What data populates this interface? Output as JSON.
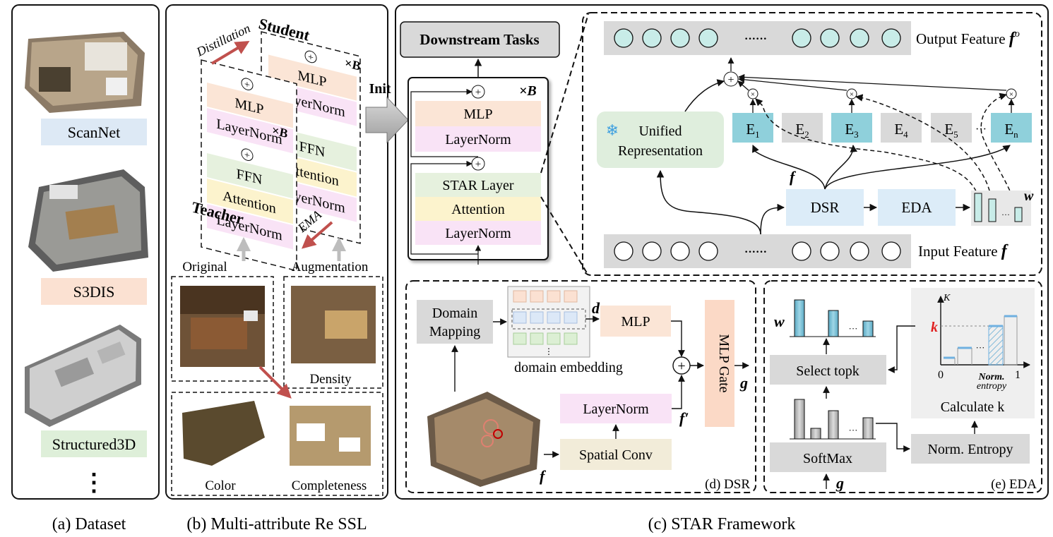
{
  "panels": {
    "a": {
      "caption": "(a) Dataset",
      "datasets": [
        {
          "label": "ScanNet",
          "color": "#dde9f5"
        },
        {
          "label": "S3DIS",
          "color": "#fbe1d2"
        },
        {
          "label": "Structured3D",
          "color": "#deefd9"
        }
      ],
      "more": "⋮"
    },
    "b": {
      "caption": "(b) Multi-attribute Re SSL",
      "distillation": "Distillation",
      "student": "Student",
      "teacher": "Teacher",
      "ema": "EMA",
      "repeat": "×B",
      "student_layers": [
        "MLP",
        "LayerNorm",
        "FFN",
        "Attention",
        "LayerNorm"
      ],
      "teacher_layers": [
        "MLP",
        "LayerNorm",
        "FFN",
        "Attention",
        "LayerNorm"
      ],
      "original": "Original",
      "augmentation": "Augmentation",
      "aug_labels": [
        "Density",
        "Color",
        "Completeness"
      ]
    },
    "c": {
      "caption": "(c) STAR Framework",
      "init": "Init",
      "downstream": "Downstream Tasks",
      "repeat": "×B",
      "block_layers": [
        "MLP",
        "LayerNorm",
        "STAR Layer",
        "Attention",
        "LayerNorm"
      ],
      "output_feature": "Output Feature",
      "output_symbol": "f",
      "output_sup": "o",
      "input_feature": "Input Feature",
      "input_symbol": "f",
      "dots": "······",
      "unified_line1": "Unified",
      "unified_line2": "Representation",
      "snowflake": "❄",
      "experts": [
        {
          "base": "E",
          "sub": "1",
          "active": true
        },
        {
          "base": "E",
          "sub": "2",
          "active": false
        },
        {
          "base": "E",
          "sub": "3",
          "active": true
        },
        {
          "base": "E",
          "sub": "4",
          "active": false
        },
        {
          "base": "E",
          "sub": "5",
          "active": false
        },
        {
          "base": "E",
          "sub": "n",
          "active": true
        }
      ],
      "expert_dots": "···",
      "dsr": "DSR",
      "eda": "EDA",
      "f_symbol": "f",
      "w_symbol": "w",
      "w_dots": "···"
    },
    "d": {
      "label": "(d) DSR",
      "domain_mapping_1": "Domain",
      "domain_mapping_2": "Mapping",
      "d_symbol": "d",
      "domain_embedding": "domain embedding",
      "emb_dots": "⋮",
      "mlp": "MLP",
      "mlp_gate": "MLP Gate",
      "layernorm": "LayerNorm",
      "spatial_conv": "Spatial Conv",
      "g_symbol": "g",
      "f_prime": "f′",
      "f_symbol": "f"
    },
    "e": {
      "label": "(e) EDA",
      "w_symbol": "w",
      "select_topk": "Select topk",
      "softmax": "SoftMax",
      "norm_entropy": "Norm. Entropy",
      "calculate_k": "Calculate k",
      "g_symbol": "g",
      "k_axis": "K",
      "k_symbol": "k",
      "zero": "0",
      "one": "1",
      "norm_label_1": "Norm.",
      "norm_label_2": "entropy",
      "chart_dots": "···",
      "bar_dots": "···"
    }
  },
  "colors": {
    "mlp": "#fbe5d6",
    "layernorm": "#f9e3f6",
    "attention": "#fcf3cd",
    "ffn": "#e6f1de",
    "star": "#e6f1de",
    "dsr": "#dcecf8",
    "expert_active": "#8fd0db",
    "expert_inactive": "#d9d9d9",
    "gray_box": "#d9d9d9",
    "unified": "#dfeedd",
    "arrow_red": "#c0504d",
    "mlp_gate": "#fbd9c6"
  }
}
